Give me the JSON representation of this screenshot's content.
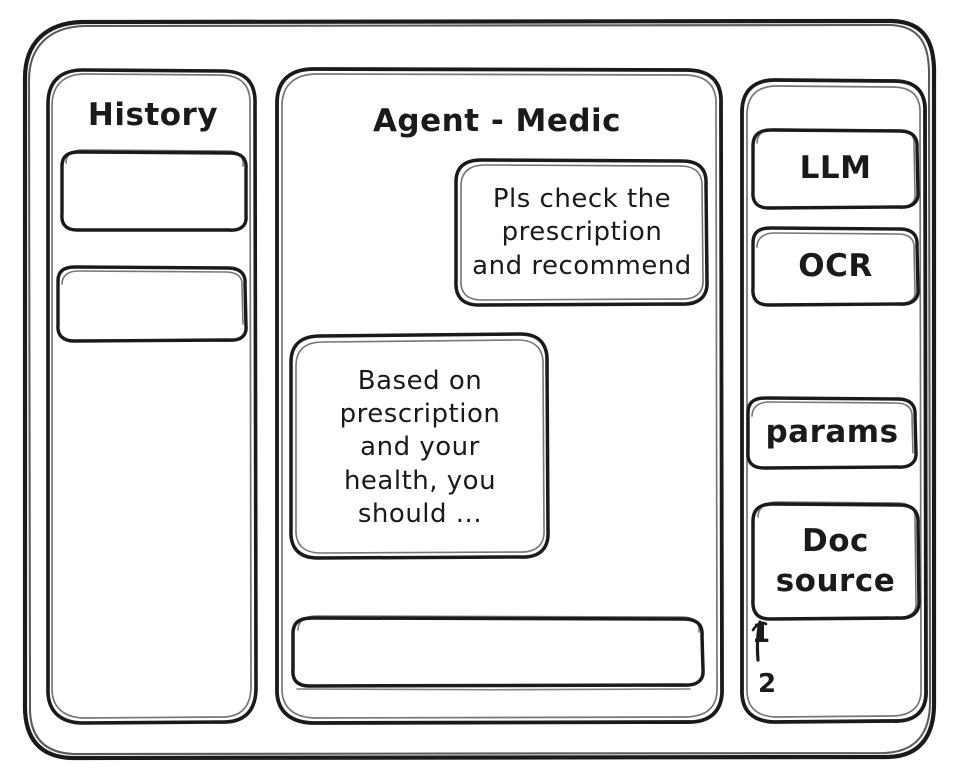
{
  "meta": {
    "style": "hand-drawn wireframe sketch",
    "stroke_color": "#1a1a1a",
    "background_color": "#ffffff"
  },
  "window": {
    "frame_name": "app-window"
  },
  "sidebar_left": {
    "title": "History",
    "items": [
      {
        "label": "",
        "name": "history-item-1"
      },
      {
        "label": "",
        "name": "history-item-2"
      }
    ]
  },
  "main": {
    "title": "Agent - Medic",
    "messages": [
      {
        "role": "user",
        "text": "Pls check the\nprescription\nand recommend",
        "align": "right"
      },
      {
        "role": "assistant",
        "text": "Based on\nprescription\nand your\nhealth, you\nshould ...",
        "align": "left"
      }
    ],
    "composer": {
      "value": "",
      "placeholder": ""
    }
  },
  "sidebar_right": {
    "cards": [
      {
        "label": "LLM",
        "name": "llm-card"
      },
      {
        "label": "OCR",
        "name": "ocr-card"
      },
      {
        "label": "params",
        "name": "params-card"
      },
      {
        "label": "Doc\nsource",
        "name": "doc-source-card"
      }
    ],
    "doc_source_items": [
      {
        "label": "1"
      },
      {
        "label": "2"
      }
    ]
  }
}
